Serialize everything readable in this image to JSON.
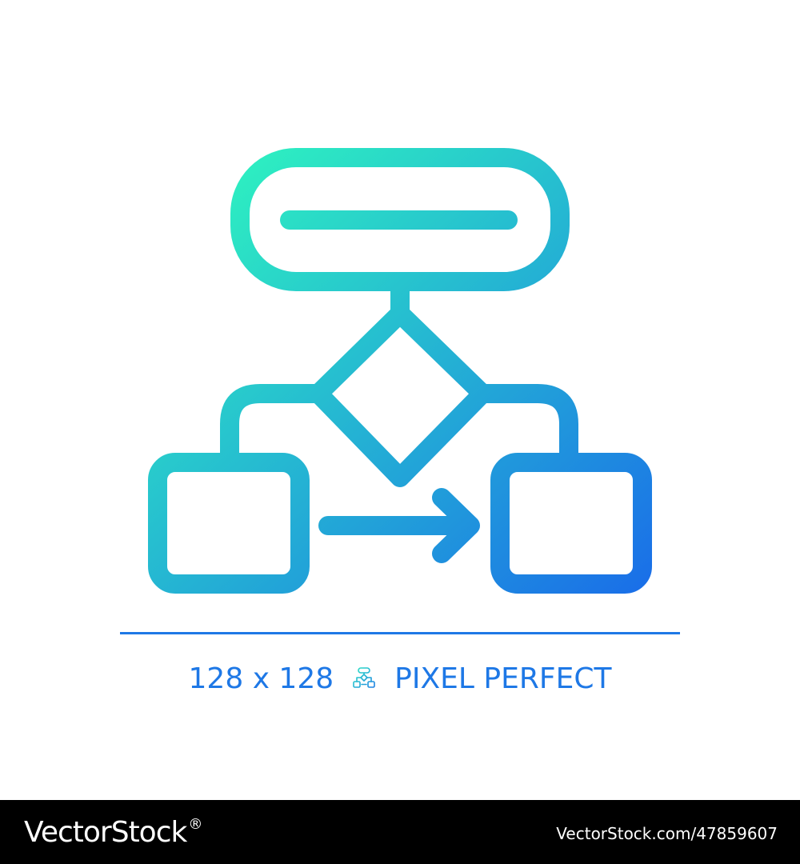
{
  "caption": {
    "size_text": "128 x 128",
    "style_text": "PIXEL PERFECT",
    "mini_icon": "flowchart-icon"
  },
  "main_icon": {
    "name": "flowchart-icon",
    "gradient_start": "#2ef2c0",
    "gradient_end": "#1a6fe8"
  },
  "accent_color": "#1e78e6",
  "footer": {
    "brand": "VectorStock",
    "brand_mark": "®",
    "reference": "VectorStock.com/47859607"
  }
}
